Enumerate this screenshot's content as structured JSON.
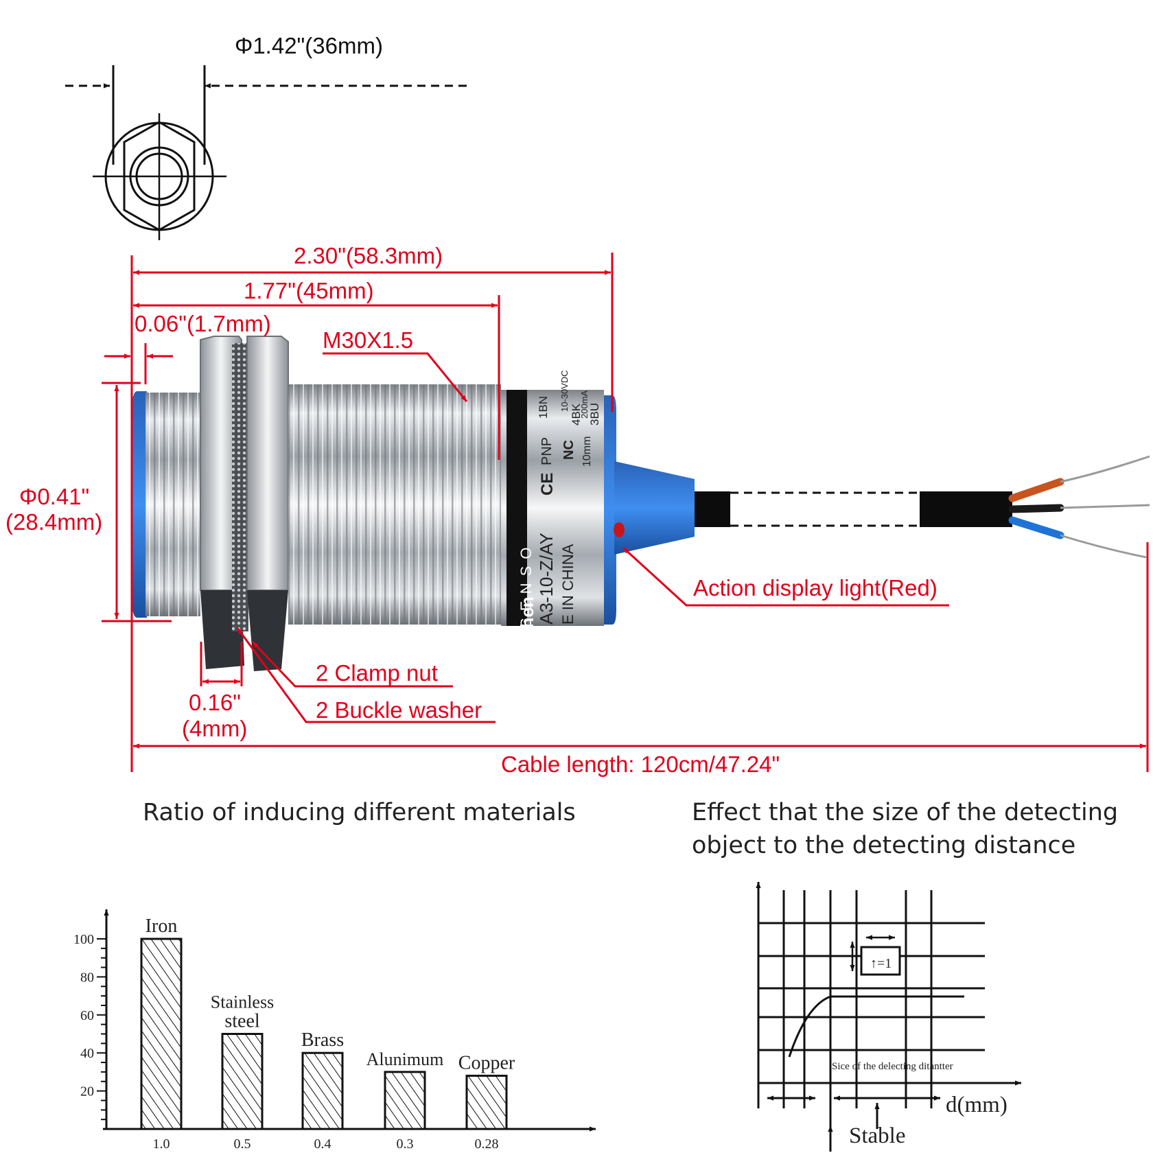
{
  "top_view": {
    "diameter_label": "Φ1.42\"(36mm)"
  },
  "dimensions": {
    "overall_length": "2.30\"(58.3mm)",
    "thread_length": "1.77\"(45mm)",
    "face_offset": "0.06\"(1.7mm)",
    "thread_spec": "M30X1.5",
    "face_diameter_line1": "Φ0.41\"",
    "face_diameter_line2": "(28.4mm)",
    "nut_thickness_line1": "0.16\"",
    "nut_thickness_line2": "(4mm)",
    "cable_length": "Cable length: 120cm/47.24\""
  },
  "callouts": {
    "action_light": "Action display light(Red)",
    "clamp_nut": "2 Clamp nut",
    "buckle_washer": "2 Buckle washer"
  },
  "sensor_print": {
    "sens": "S E N S O",
    "wires": [
      "1BN",
      "4BK",
      "3BU"
    ],
    "voltage": "10-30VDC",
    "current": "200mA",
    "type": "PNP",
    "mode": "NC",
    "range": "10mm",
    "model": "A3-10-Z/AY",
    "origin": "E IN CHINA",
    "brand": "chen",
    "ce": "CE"
  },
  "colors": {
    "dimension": "#e0001b",
    "cap_blue": "#1f6fd0",
    "wire_brown": "#c8541f",
    "wire_blue": "#1e74d6"
  },
  "chart_data": [
    {
      "type": "bar",
      "title": "Ratio of inducing different materials",
      "categories": [
        "Iron",
        "Stainless steel",
        "Brass",
        "Alunimum",
        "Copper"
      ],
      "category_labels": [
        {
          "lines": [
            "Iron"
          ]
        },
        {
          "lines": [
            "Stainless",
            "steel"
          ]
        },
        {
          "lines": [
            "Brass"
          ]
        },
        {
          "lines": [
            "Alunimum"
          ]
        },
        {
          "lines": [
            "Copper"
          ]
        }
      ],
      "x_tick_labels": [
        "1.0",
        "0.5",
        "0.4",
        "0.3",
        "0.28"
      ],
      "values": [
        100,
        50,
        40,
        30,
        28
      ],
      "yticks": [
        "100",
        "80",
        "60",
        "40",
        "20"
      ],
      "ytick_values": [
        100,
        80,
        60,
        40,
        20
      ],
      "ylim": [
        0,
        110
      ],
      "grid": false,
      "fill": "diagonal hatch"
    },
    {
      "type": "line",
      "title_line1": "Effect that the size of the detecting",
      "title_line2": "object to the detecting distance",
      "xlabel": "d(mm)",
      "stable_label": "Stable",
      "annotation": "Sice of the delecting ditantter",
      "ratio_label": "=1",
      "grid": true
    }
  ]
}
